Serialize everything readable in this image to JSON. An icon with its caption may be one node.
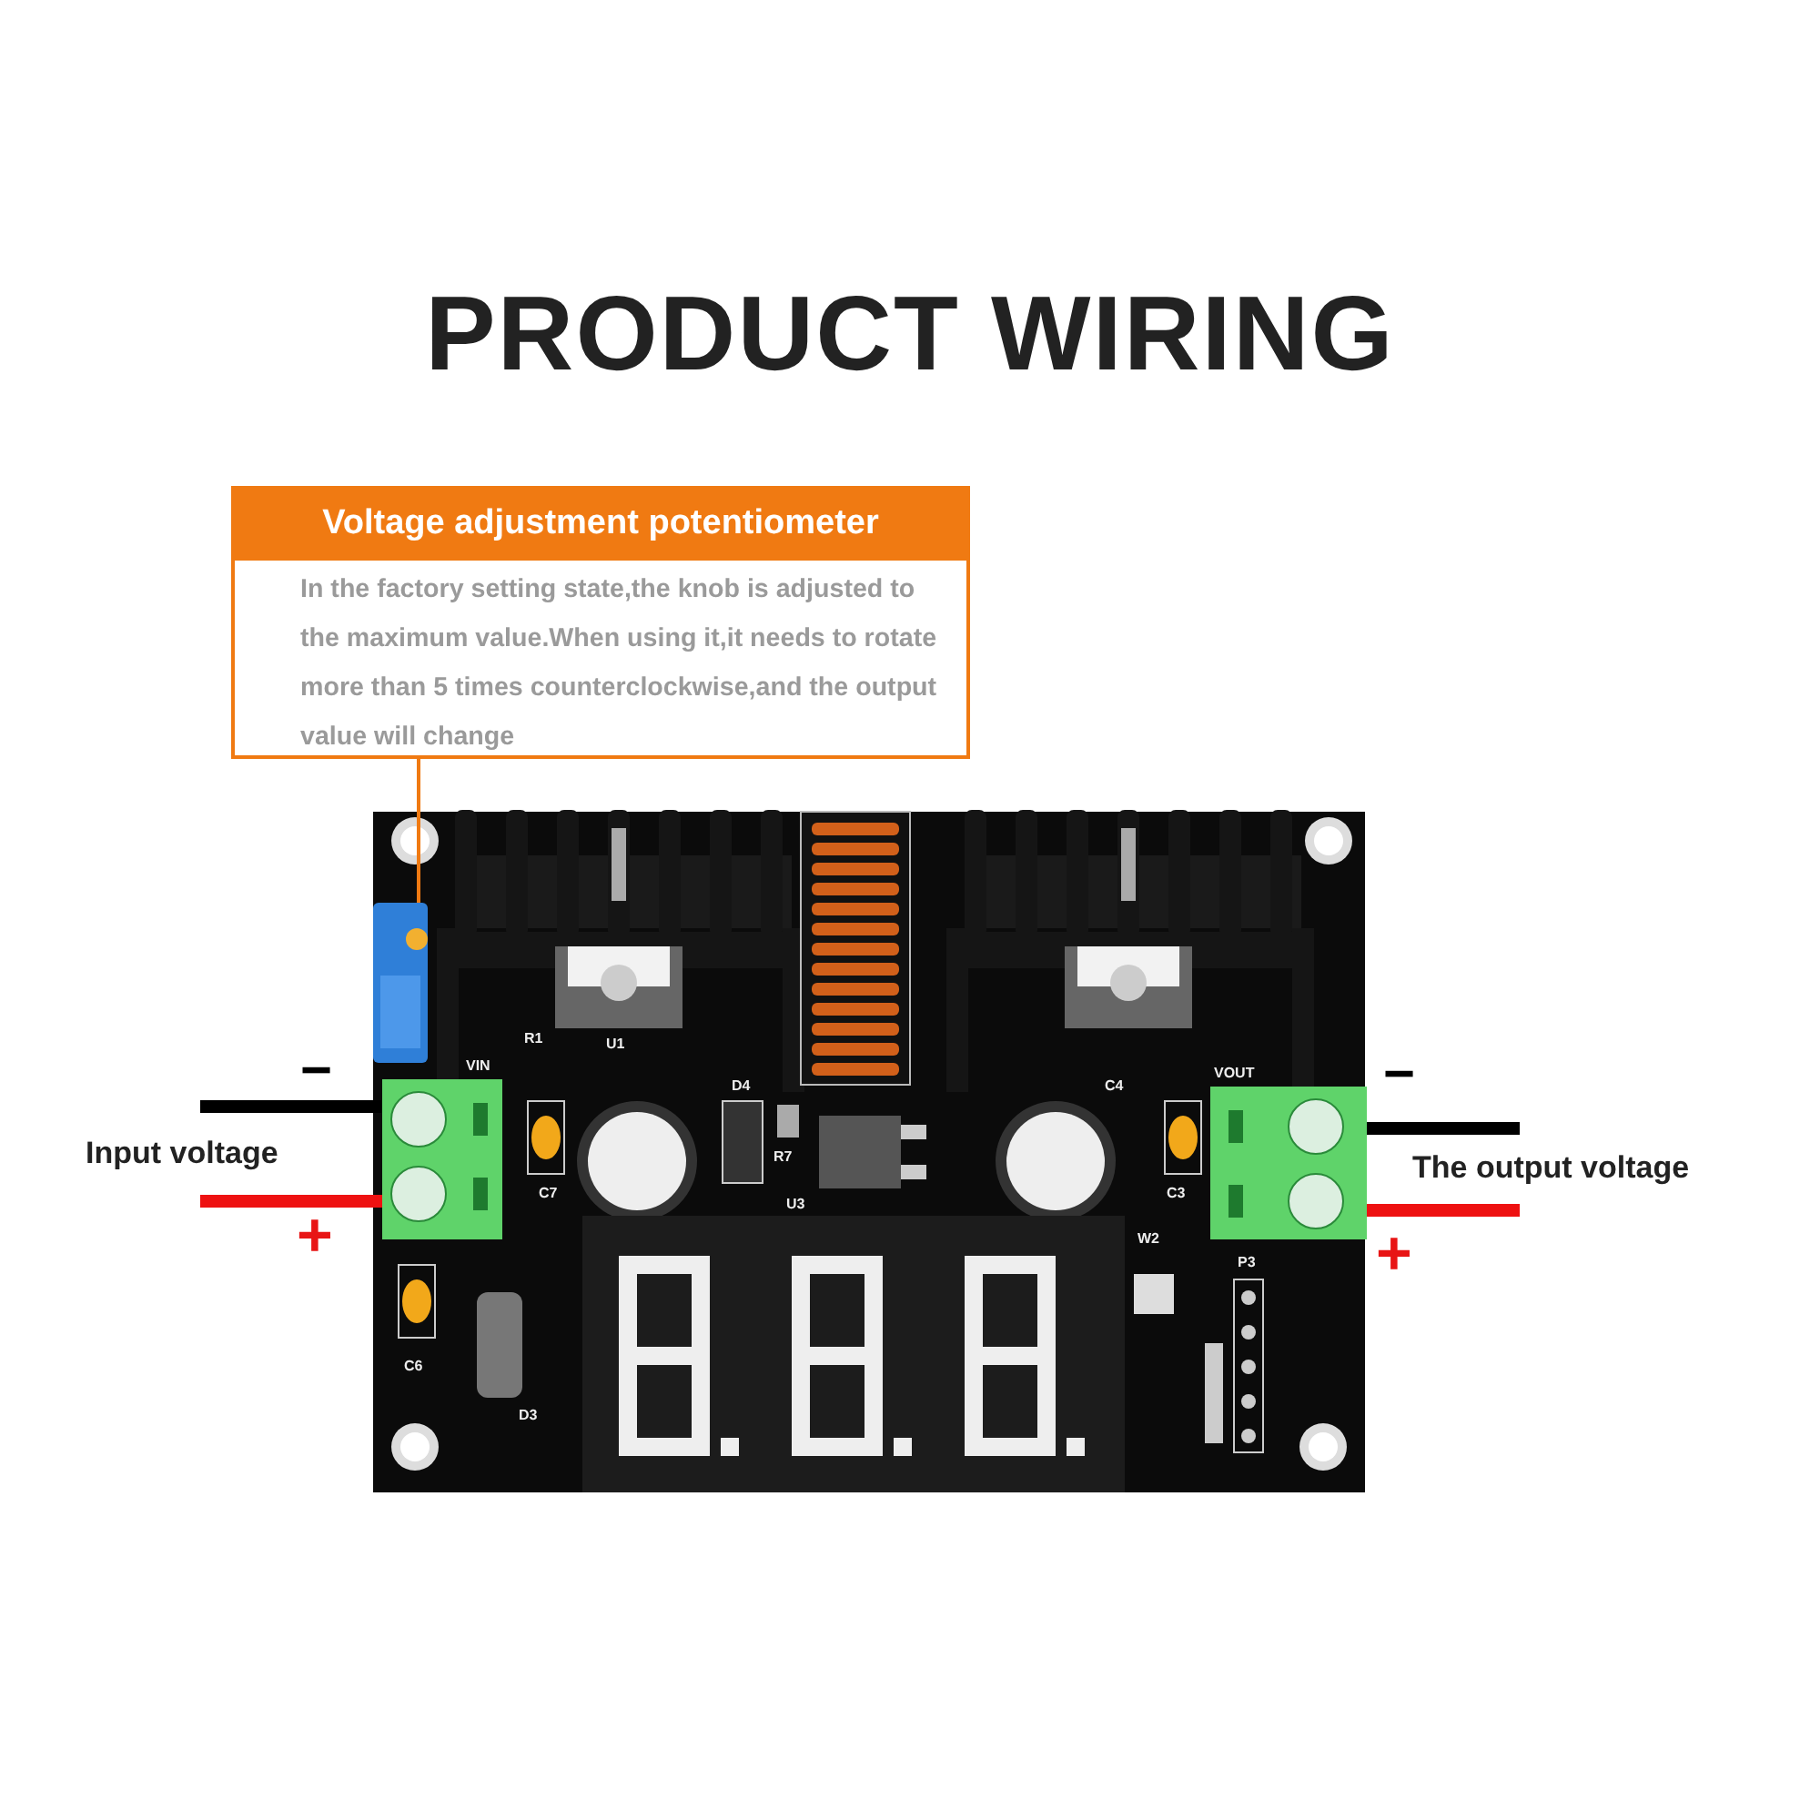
{
  "diagram": {
    "title": "PRODUCT WIRING",
    "nodes": [
      {
        "text": [
          "Voltage adjustment potentiometer",
          "In the factory setting state,the knob is adjusted to the maximum value.When using it,it needs to rotate more than 5 times counterclockwise,and the output value will change"
        ]
      },
      {
        "text": [],
        "shape": "picture"
      },
      {
        "text": [],
        "shape": "picture",
        "beside": [
          "VIN"
        ]
      },
      {
        "text": [],
        "shape": "picture",
        "beside": [
          "VOUT"
        ]
      }
    ],
    "edges": [
      {
        "from": 0,
        "to": 1,
        "arrow": "none",
        "color": "#f07a12"
      },
      {
        "from": null,
        "to": 2,
        "arrow": "none"
      },
      {
        "from": null,
        "to": 2,
        "arrow": "none",
        "color": "#ee1111"
      },
      {
        "from": null,
        "to": 3,
        "arrow": "none"
      },
      {
        "from": null,
        "to": 3,
        "arrow": "none",
        "color": "#ee1111"
      }
    ],
    "labels": [
      "−",
      "Input voltage",
      "+",
      "−",
      "The output voltage",
      "+",
      "R1",
      "U1",
      "D4",
      "R7",
      "C7",
      "U3",
      "C6",
      "D3",
      "C4",
      "C3",
      "W2",
      "P3"
    ]
  }
}
